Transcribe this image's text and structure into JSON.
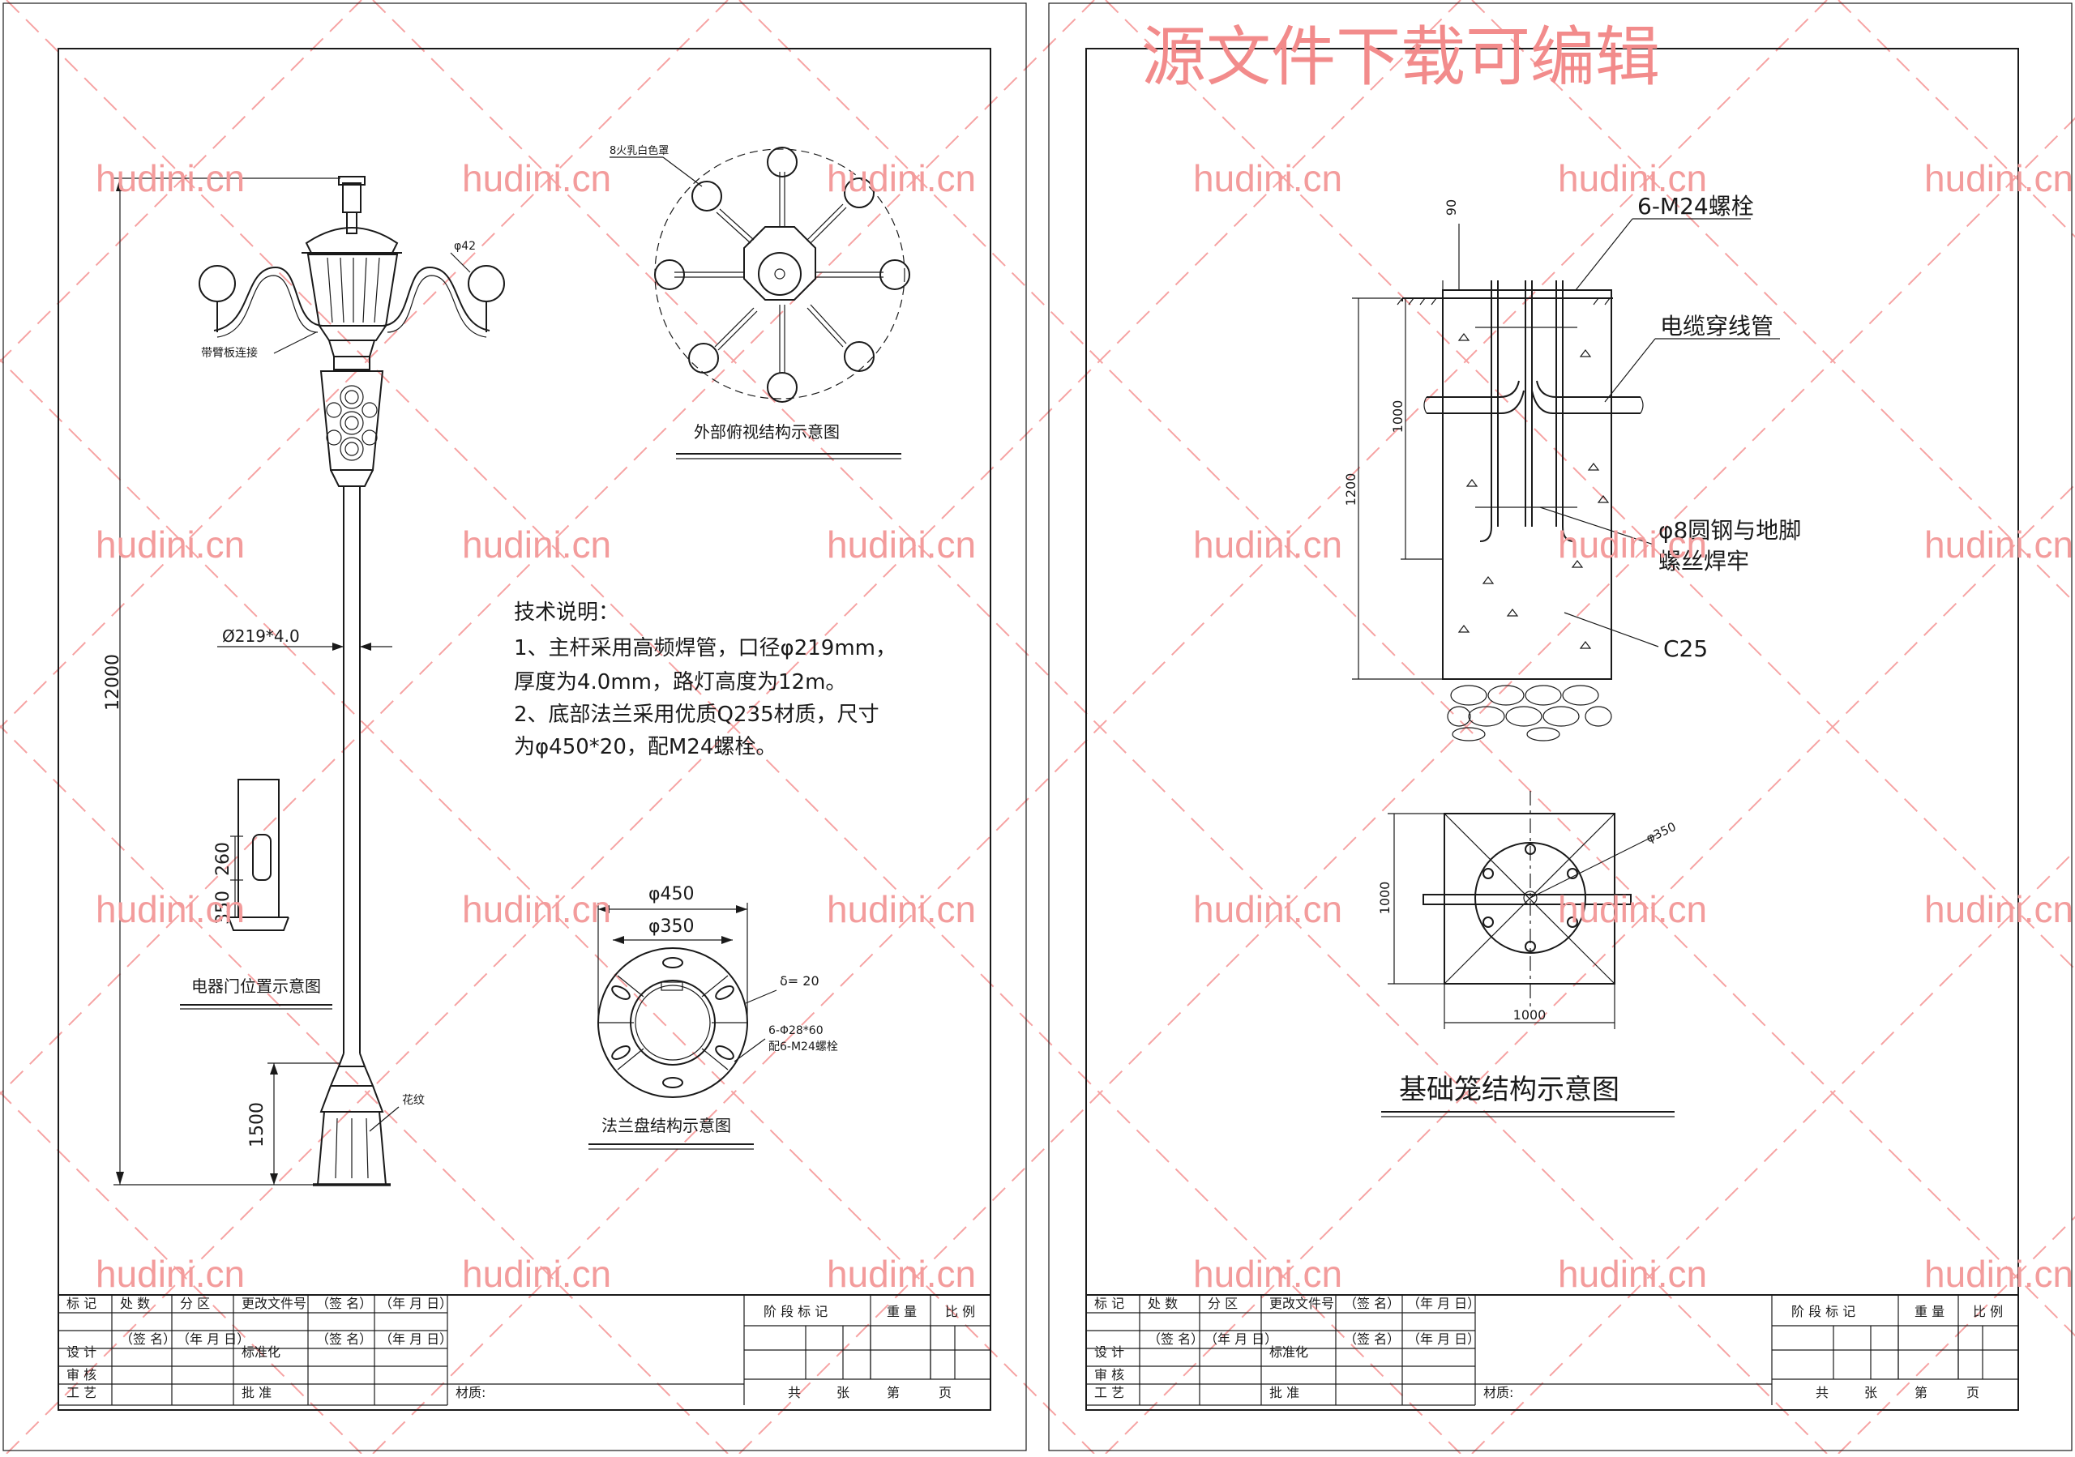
{
  "watermarks": {
    "site": "hudini.cn",
    "header": "源文件下载可编辑"
  },
  "left_sheet": {
    "lamp": {
      "cap_note": "8火乳白色罩",
      "arm_dim": "φ42",
      "arm_note": "带臂板连接",
      "pole_dim": "Ø219*4.0",
      "height_dim": "12000",
      "base_dim": "1500",
      "base_note": "花纹"
    },
    "top_view": {
      "title": "外部俯视结构示意图"
    },
    "door": {
      "dim_260": "260",
      "dim_350": "350",
      "title": "电器门位置示意图"
    },
    "notes": {
      "heading": "技术说明：",
      "lines": [
        "1、主杆采用高频焊管，口径φ219mm，",
        "厚度为4.0mm，路灯高度为12m。",
        "2、底部法兰采用优质Q235材质，尺寸",
        "为φ450*20，配M24螺栓。"
      ]
    },
    "flange": {
      "outer_dim": "φ450",
      "inner_dim": "φ350",
      "thickness": "δ= 20",
      "holes": "6-Φ28*60",
      "bolts": "配6-M24螺栓",
      "title": "法兰盘结构示意图"
    }
  },
  "right_sheet": {
    "section": {
      "bolts": "6-M24螺栓",
      "cable": "电缆穿线管",
      "rebar_line1": "φ8圆钢与地脚",
      "rebar_line2": "螺丝焊牢",
      "concrete": "C25",
      "dim_top": "90",
      "dim_1000": "1000",
      "dim_1200": "1200"
    },
    "plan": {
      "dim_circle": "φ350",
      "dim_side": "1000",
      "dim_bottom": "1000",
      "title": "基础笼结构示意图"
    }
  },
  "title_block": {
    "row1": [
      "标 记",
      "处 数",
      "分 区",
      "更改文件号",
      "（签 名）",
      "（年 月 日）"
    ],
    "design": "设  计",
    "sign": "（签 名）",
    "date": "（年 月 日）",
    "standard": "标准化",
    "review": "审  核",
    "craft": "工  艺",
    "approve": "批  准",
    "material": "材质:",
    "stage": "阶 段 标 记",
    "weight": "重 量",
    "scale": "比 例",
    "total": "共",
    "sheets": "张",
    "page_no": "第",
    "page": "页"
  }
}
